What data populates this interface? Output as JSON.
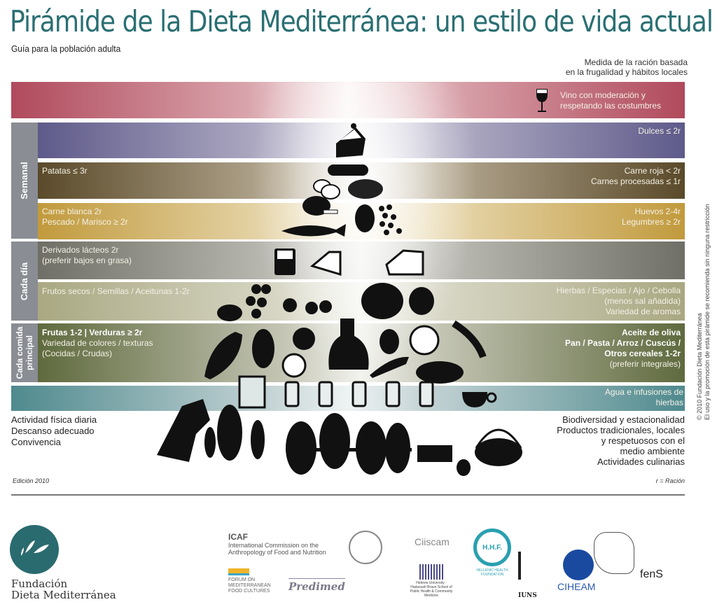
{
  "header": {
    "title": "Pirámide de la Dieta Mediterránea: un estilo de vida actual",
    "subtitle": "Guía para la población adulta",
    "ration_note_1": "Medida de la ración basada",
    "ration_note_2": "en la frugalidad y hábitos locales"
  },
  "colors": {
    "title": "#2a6f73",
    "wine": "#b04a5c",
    "sweets": "#5e5a8a",
    "red_meat": "#5a4a2a",
    "white_meat": "#c19a3c",
    "dairy": "#6f6f67",
    "nuts": "#a9a882",
    "fruits_veg": "#5f6a3e",
    "water": "#4f8a8e",
    "sidebar": "#8a8d93"
  },
  "frequency_labels": {
    "weekly": "Semanal",
    "daily": "Cada día",
    "main_meal_1": "Cada comida",
    "main_meal_2": "principal"
  },
  "bands": {
    "wine": {
      "right_1": "Vino con moderación y",
      "right_2": "respetando las costumbres"
    },
    "sweets": {
      "right_1": "Dulces ≤ 2r"
    },
    "red_meat": {
      "left_1": "Patatas ≤ 3r",
      "right_1": "Carne roja < 2r",
      "right_2": "Carnes procesadas ≤ 1r"
    },
    "white_meat": {
      "left_1": "Carne blanca 2r",
      "left_2": "Pescado / Marisco ≥ 2r",
      "right_1": "Huevos 2-4r",
      "right_2": "Legumbres ≥ 2r"
    },
    "dairy": {
      "left_1": "Derivados lácteos 2r",
      "left_2": "(preferir bajos en grasa)"
    },
    "nuts": {
      "left_1": "Frutos secos / Semillas / Aceitunas 1-2r",
      "right_1": "Hierbas / Especias / Ajo / Cebolla",
      "right_2": "(menos sal añadida)",
      "right_3": "Variedad de aromas"
    },
    "fruits_veg": {
      "left_1": "Frutas 1-2 | Verduras ≥ 2r",
      "left_2": "Variedad de colores / texturas",
      "left_3": "(Cocidas / Crudas)",
      "right_1": "Aceite de oliva",
      "right_2": "Pan / Pasta / Arroz / Cuscús /",
      "right_3": "Otros cereales 1-2r",
      "right_4": "(preferir integrales)"
    },
    "water": {
      "right_1": "Agua e infusiones de",
      "right_2": "hierbas"
    }
  },
  "lifestyle": {
    "left_1": "Actividad física diaria",
    "left_2": "Descanso adecuado",
    "left_3": "Convivencia",
    "right_1": "Biodiversidad y estacionalidad",
    "right_2": "Productos tradicionales, locales",
    "right_3": "y respetuosos con el",
    "right_4": "medio ambiente",
    "right_5": "Actividades culinarias"
  },
  "footer_notes": {
    "edition": "Edición 2010",
    "ration_legend": "r = Ración"
  },
  "copyright": {
    "line_1": "© 2010 Fundación Dieta Mediterránea",
    "line_2": "El uso y la promoción de esta pirámide se recomienda sin ninguna restricción"
  },
  "logos": {
    "fdm_1": "Fundación",
    "fdm_2": "Dieta Mediterránea",
    "icaf_title": "ICAF",
    "icaf_1": "International Commission on the",
    "icaf_2": "Anthropology of Food and Nutrition",
    "forum": "FORUM ON MEDITERRANEAN FOOD CULTURES",
    "predimed": "Predimed",
    "ciiscam": "Ciiscam",
    "hebrew": "Hebrew University - Hadassah Braun School of Public Health & Community Medicine",
    "hhf": "H.H.F.",
    "hhf_sub": "HELLENIC HEALTH FOUNDATION",
    "iuns": "IUNS",
    "ciheam": "CIHEAM",
    "fens": "fenS"
  }
}
